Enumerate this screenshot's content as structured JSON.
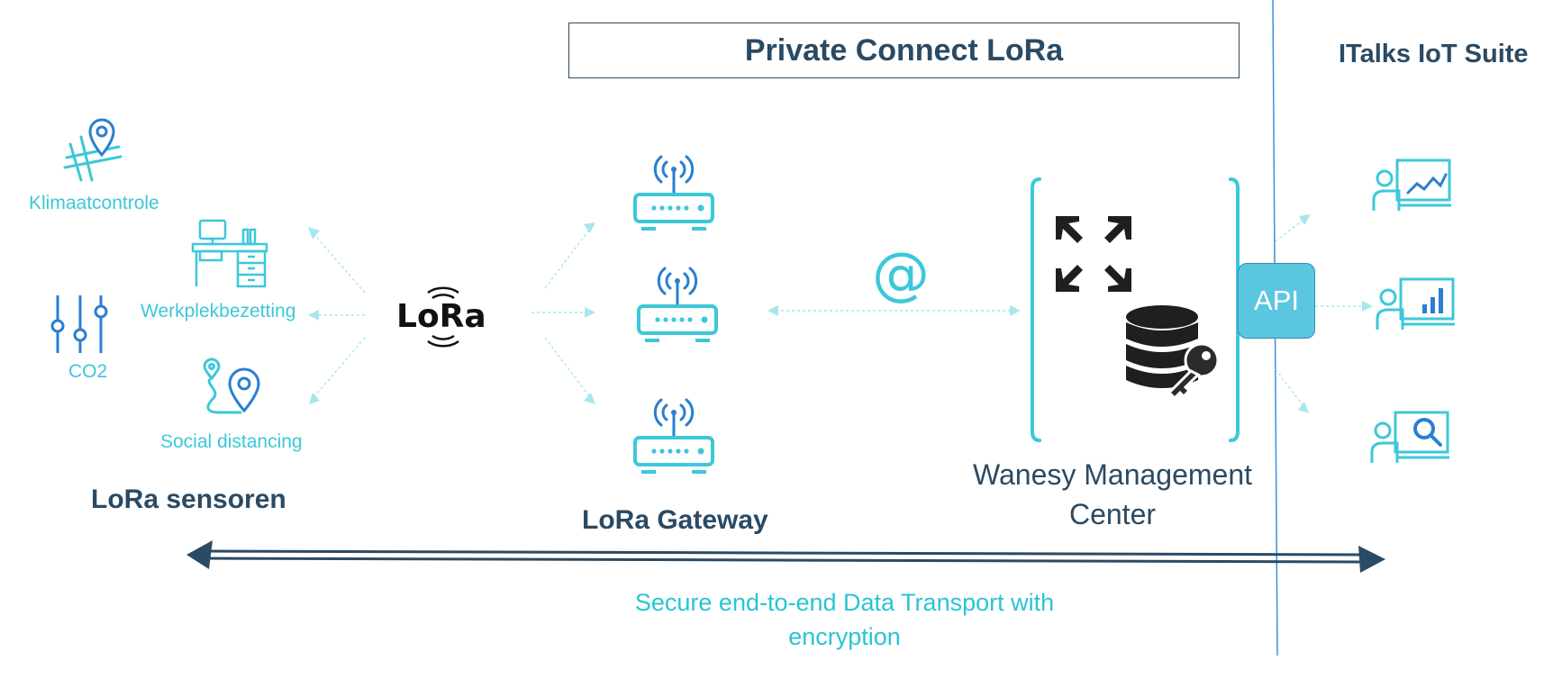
{
  "header": {
    "title": "Private Connect LoRa"
  },
  "suite": {
    "title": "ITalks IoT Suite"
  },
  "sensors": {
    "items": [
      {
        "label": "Klimaatcontrole",
        "icon": "map-pin-grid-icon"
      },
      {
        "label": "Werkplekbezetting",
        "icon": "desk-icon"
      },
      {
        "label": "CO2",
        "icon": "sliders-icon"
      },
      {
        "label": "Social distancing",
        "icon": "route-pin-icon"
      }
    ],
    "title": "LoRa sensoren"
  },
  "lora_logo": {
    "text": "LoRa"
  },
  "gateway": {
    "title": "LoRa Gateway",
    "icon": "router-icon",
    "count": 3
  },
  "protocol": {
    "symbol": "@"
  },
  "management": {
    "title": "Wanesy Management Center",
    "icons": [
      "expand-arrows-icon",
      "database-key-icon"
    ]
  },
  "api": {
    "label": "API"
  },
  "apps": {
    "icons": [
      "presenter-chart-line-icon",
      "presenter-bar-chart-icon",
      "presenter-search-icon"
    ]
  },
  "transport": {
    "label": "Secure end-to-end Data Transport  with encryption"
  },
  "colors": {
    "cyan": "#3cc8d8",
    "dark": "#2b4a63",
    "blue": "#2a7fd0",
    "api": "#5bc6e0"
  }
}
